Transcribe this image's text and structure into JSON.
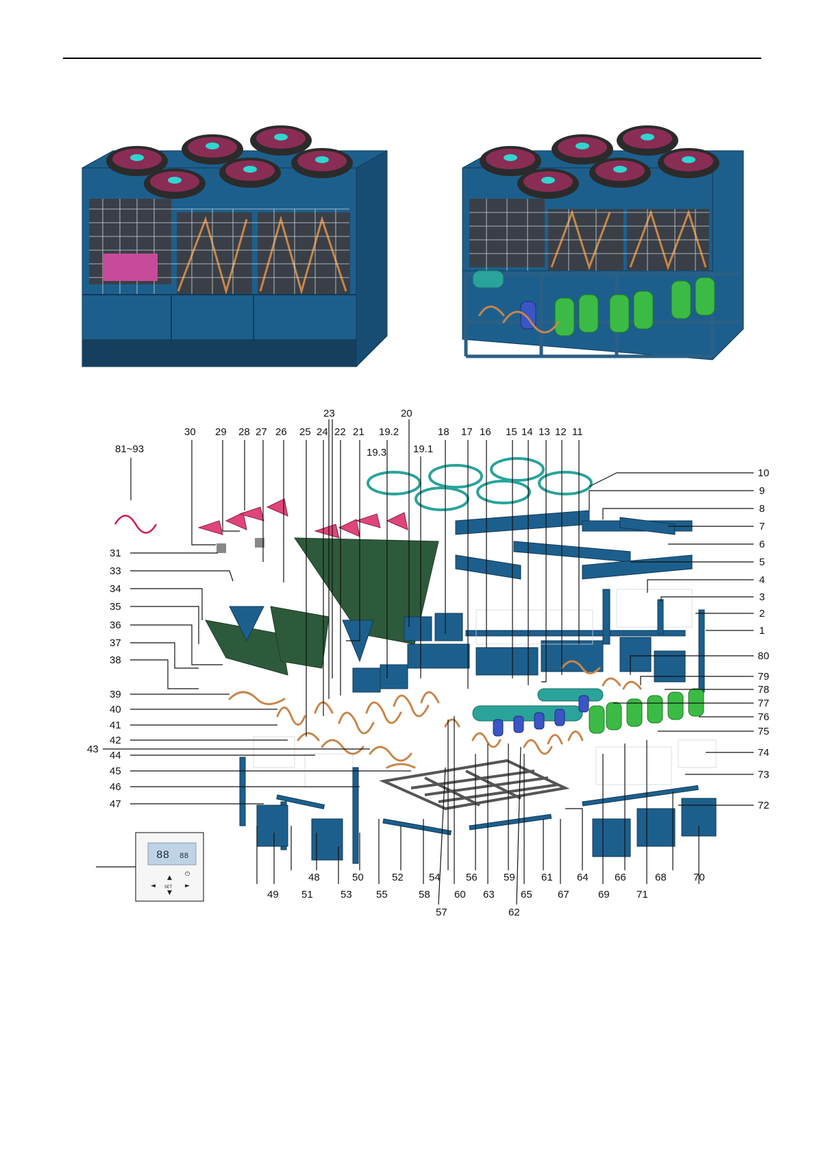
{
  "figure": {
    "photo_left": "assembled-unit-closed",
    "photo_right": "assembled-unit-open",
    "exploded_view": "exploded-parts-diagram",
    "remote_controller": "wired-controller"
  },
  "controller": {
    "display_digits": "88",
    "display_temp": "88",
    "keys": [
      "◄",
      "▲",
      "▼",
      "►",
      "⏻",
      "SET"
    ]
  },
  "labels": {
    "top": [
      "30",
      "29",
      "28",
      "27",
      "26",
      "25",
      "24",
      "22",
      "21",
      "19.2",
      "18",
      "17",
      "16",
      "15",
      "14",
      "13",
      "12",
      "11"
    ],
    "top_upper": [
      "23",
      "20"
    ],
    "top_mid": [
      "19.3",
      "19.1"
    ],
    "range": "81~93",
    "left": [
      "31",
      "33",
      "34",
      "35",
      "36",
      "37",
      "38",
      "39",
      "40",
      "41",
      "42",
      "43",
      "44",
      "45",
      "46",
      "47"
    ],
    "right": [
      "10",
      "9",
      "8",
      "7",
      "6",
      "5",
      "4",
      "3",
      "2",
      "1",
      "80",
      "79",
      "78",
      "77",
      "76",
      "75",
      "74",
      "73",
      "72"
    ],
    "bottom_row1": [
      "48",
      "50",
      "52",
      "54",
      "56",
      "59",
      "61",
      "64",
      "66",
      "68",
      "70"
    ],
    "bottom_row2": [
      "49",
      "51",
      "53",
      "55",
      "58",
      "60",
      "63",
      "65",
      "67",
      "69",
      "71"
    ],
    "bottom_row3": [
      "57",
      "62"
    ]
  },
  "colors": {
    "panel_blue": "#1d5f8c",
    "fan_teal": "#2fd6cf",
    "fan_blade": "#8a2d55",
    "coil_green": "#2d5a3a",
    "pipe_copper": "#c7864a",
    "compressor_green": "#3bbb45",
    "compressor_blue": "#3a55c4",
    "fan_motor_pink": "#e0457a"
  }
}
